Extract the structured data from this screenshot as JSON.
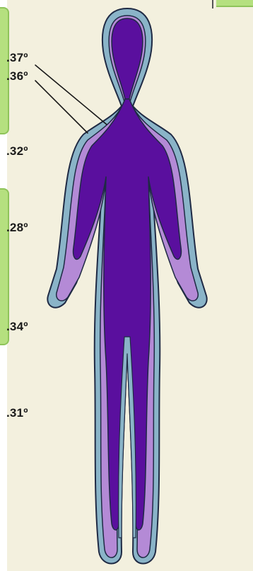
{
  "labels": {
    "l37": ".37º",
    "l36": ".36º",
    "l32": ".32º",
    "l28": ".28º",
    "l34": ".34º",
    "l31": ".31º"
  },
  "colors": {
    "background": "#f3f0de",
    "outline": "#1f2a44",
    "outer_band": "#8ab4c8",
    "middle_band": "#b48ad6",
    "core": "#5a0f9e",
    "accent_green": "#b5e07f"
  }
}
